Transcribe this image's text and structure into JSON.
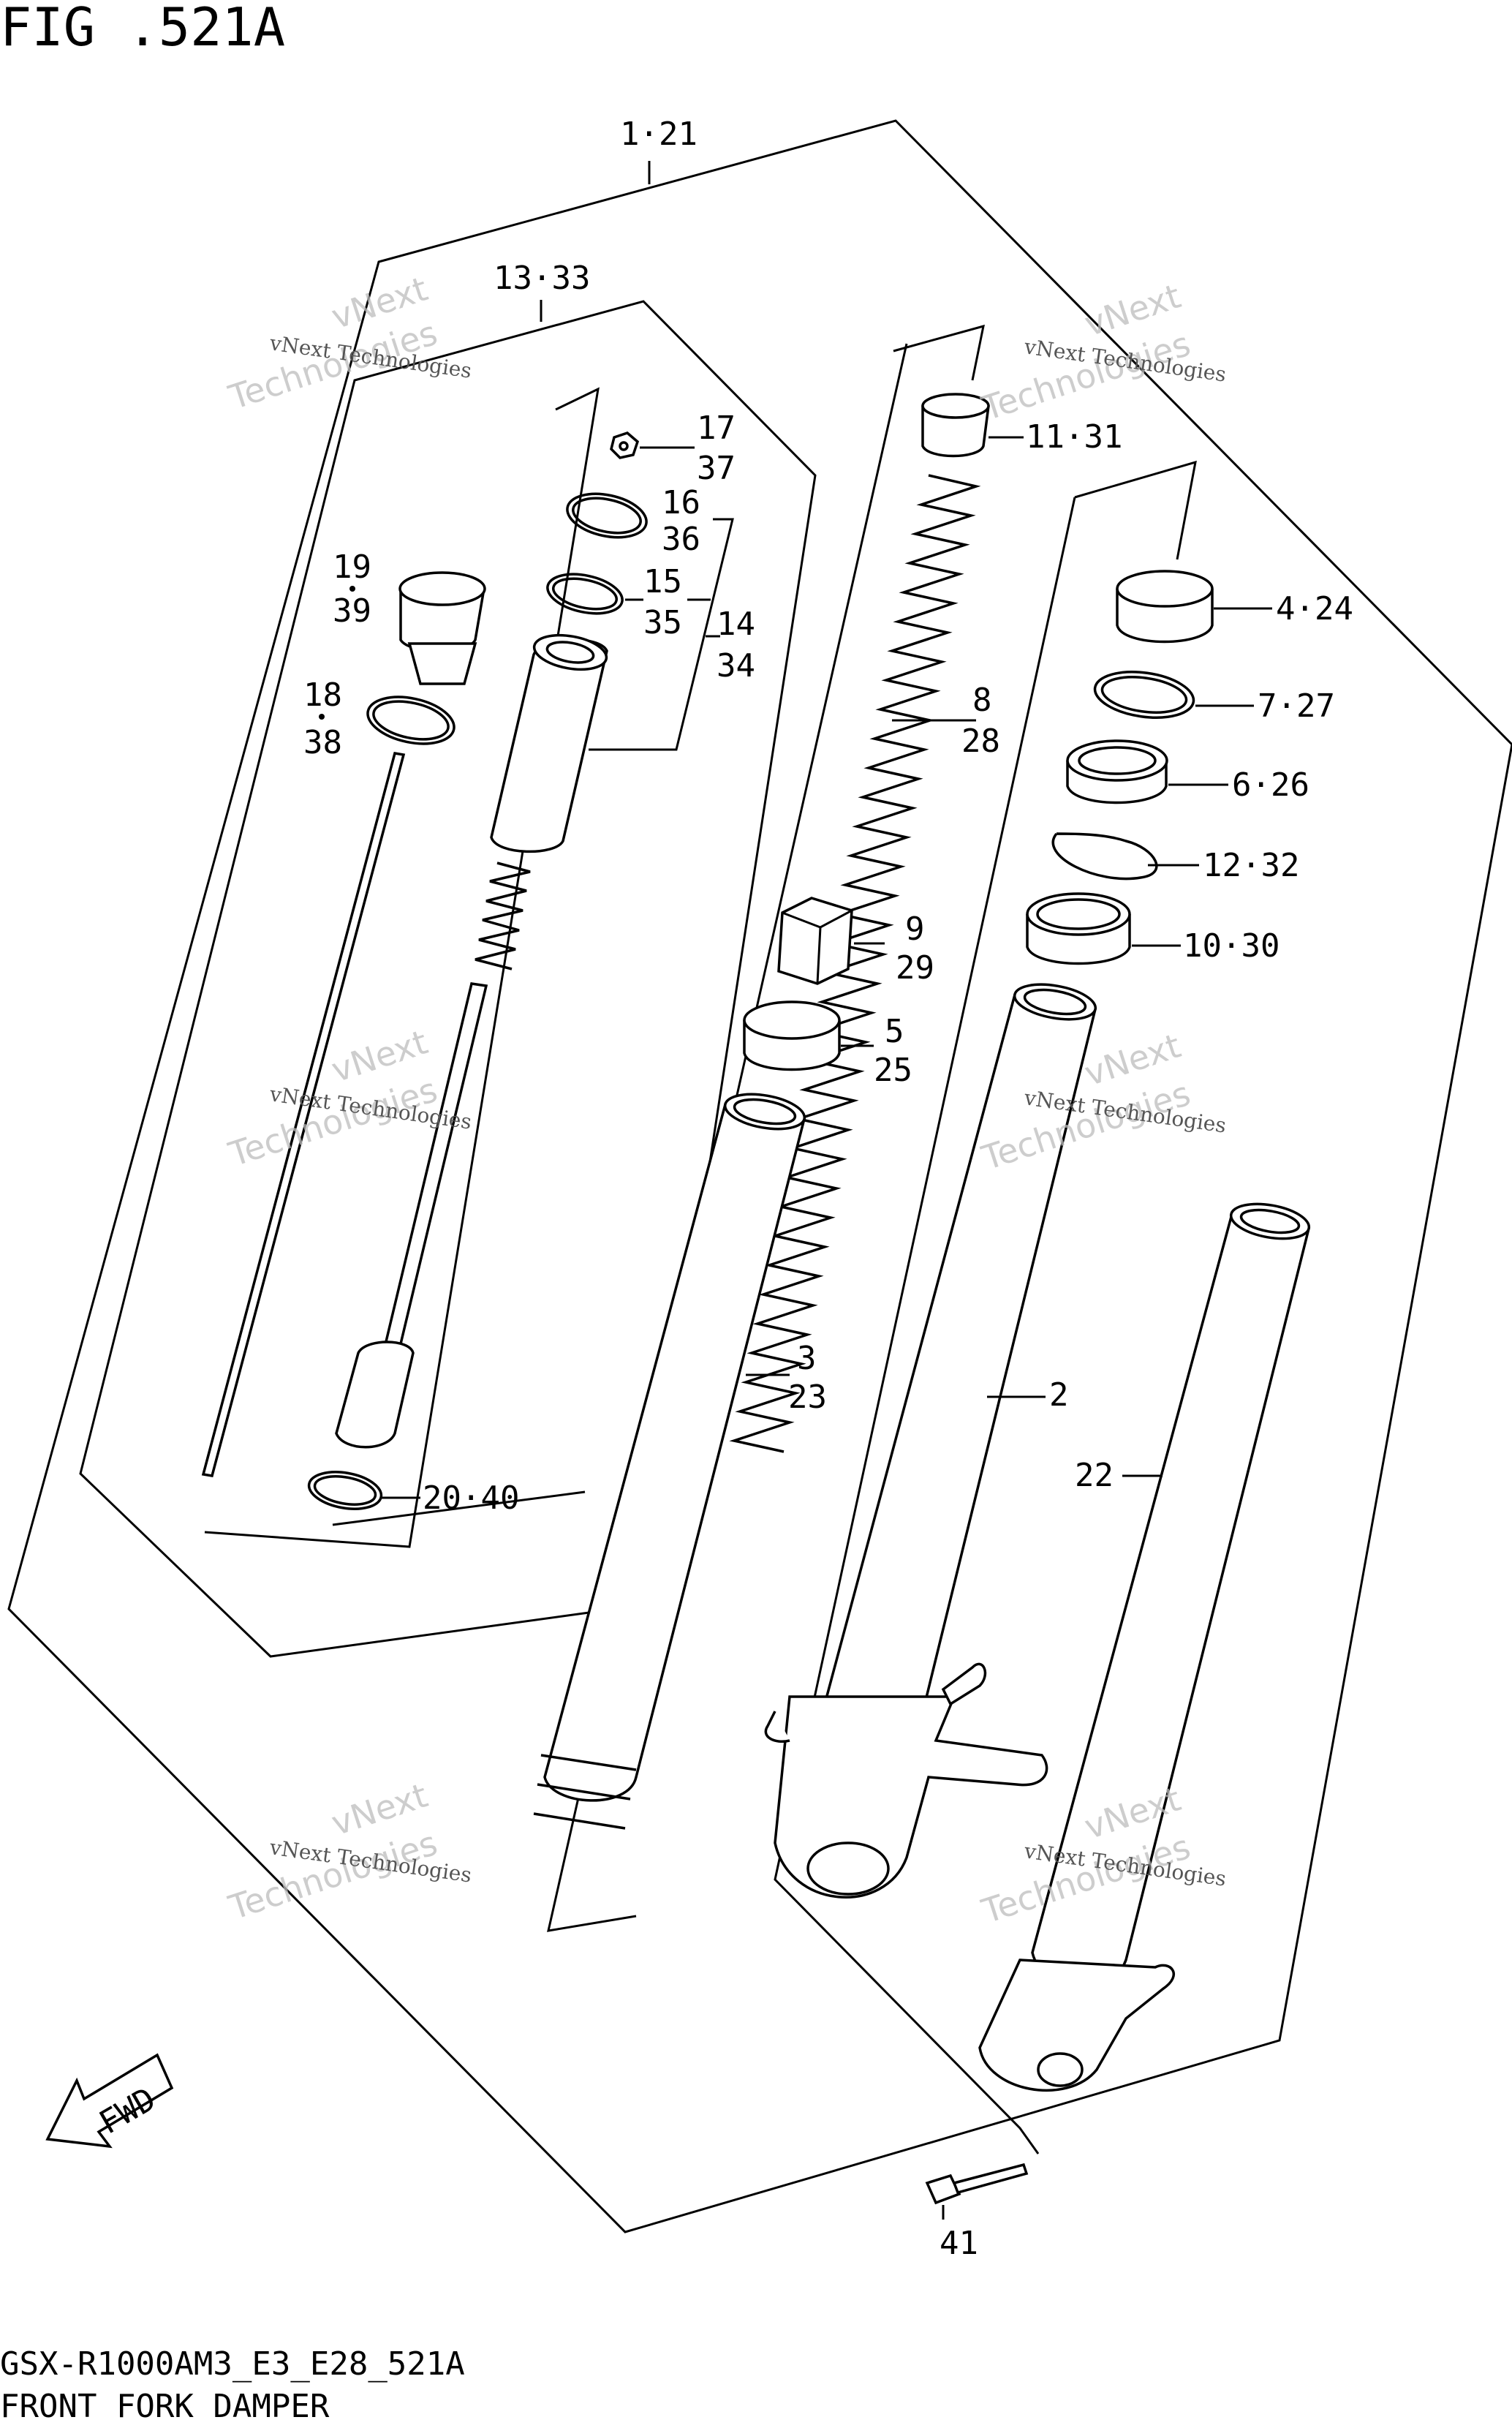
{
  "figure": {
    "title": "FIG .521A",
    "code": "GSX-R1000AM3_E3_E28_521A",
    "caption": "FRONT FORK DAMPER"
  },
  "watermark": {
    "line1": "vNext Technologies",
    "line2": "Technologies",
    "line3": "vNext"
  },
  "fwd_label": "FWD",
  "callouts": {
    "c1_21": "1·21",
    "c13_33": "13·33",
    "c17": "17",
    "c37": "37",
    "c16": "16",
    "c36": "36",
    "c15": "15",
    "c35": "35",
    "c14": "14",
    "c34": "34",
    "c19": "19",
    "c39": "39",
    "c18": "18",
    "c38": "38",
    "c20_40": "20·40",
    "c11_31": "11·31",
    "c8": "8",
    "c28": "28",
    "c9": "9",
    "c29": "29",
    "c5": "5",
    "c25": "25",
    "c3": "3",
    "c23": "23",
    "c4_24": "4·24",
    "c7_27": "7·27",
    "c6_26": "6·26",
    "c12_32": "12·32",
    "c10_30": "10·30",
    "c2": "2",
    "c22": "22",
    "c41": "41"
  }
}
